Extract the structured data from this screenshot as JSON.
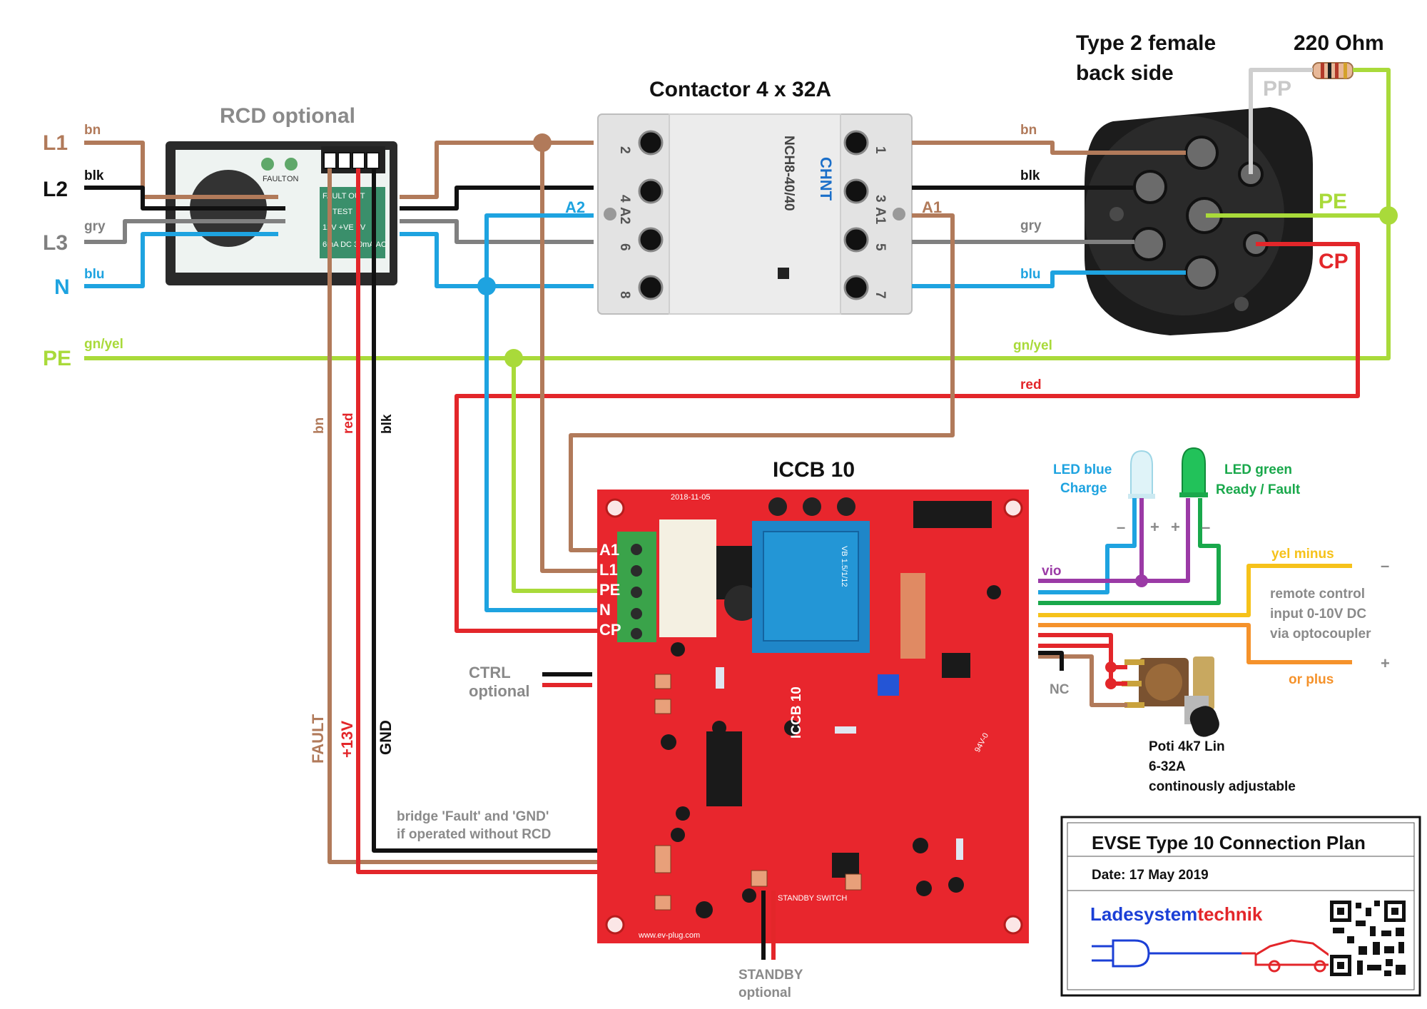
{
  "colors": {
    "brown": "#b17a5a",
    "black": "#111111",
    "grey": "#808080",
    "blue": "#1ea3e0",
    "pe": "#a9da3a",
    "red": "#e3262a",
    "violet": "#9b3aa6",
    "yellow": "#f6c21a",
    "orange": "#f5922b",
    "green": "#19a84b",
    "pcb": "#e8262d",
    "logo_blue": "#1b3fd6",
    "logo_red": "#e3262a"
  },
  "mains": {
    "l1": "L1",
    "l2": "L2",
    "l3": "L3",
    "n": "N",
    "pe": "PE",
    "wire_bn": "bn",
    "wire_blk": "blk",
    "wire_gry": "gry",
    "wire_blu": "blu",
    "wire_gnyel": "gn/yel"
  },
  "rcd": {
    "title": "RCD optional",
    "faint_fault": "FAULT",
    "faint_on": "ON",
    "faint_terminals": "FAULT OUT",
    "faint_test": "TEST",
    "faint_v": "12V +VE 0V",
    "faint_spec": "6mA DC 30mA AC"
  },
  "contactor": {
    "title": "Contactor  4 x 32A",
    "brand": "CHNT",
    "model": "NCH8-40/40",
    "label_a2": "A2",
    "label_a1": "A1",
    "pins_left": [
      "2",
      "4",
      "6",
      "8"
    ],
    "pins_right": [
      "1",
      "3",
      "5",
      "7"
    ],
    "coil_a2": "A2",
    "coil_a1": "A1"
  },
  "socket": {
    "title_line1": "Type 2 female",
    "title_line2": "back side",
    "resistor": "220 Ohm",
    "pp": "PP",
    "pe": "PE",
    "cp": "CP",
    "wire_bn": "bn",
    "wire_blk": "blk",
    "wire_gry": "gry",
    "wire_blu": "blu",
    "wire_gnyel": "gn/yel",
    "wire_red": "red"
  },
  "control_wires": {
    "bn": "bn",
    "red": "red",
    "blk": "blk",
    "fault": "FAULT",
    "plus13v": "+13V",
    "gnd": "GND"
  },
  "board": {
    "title": "ICCB 10",
    "terminals": [
      "A1",
      "L1",
      "PE",
      "N",
      "CP"
    ],
    "silk_date": "2018-11-05",
    "silk_name": "ICCB 10",
    "silk_web": "www.ev-plug.com",
    "silk_standby": "STANDBY SWITCH",
    "silk_94v": "94V-0",
    "silk_transformer": "VB 1.5/1/12"
  },
  "annotations": {
    "ctrl_line1": "CTRL",
    "ctrl_line2": "optional",
    "bridge_line1": "bridge 'Fault' and 'GND'",
    "bridge_line2": "if operated without RCD",
    "standby_line1": "STANDBY",
    "standby_line2": "optional",
    "nc": "NC",
    "vio": "vio"
  },
  "leds": {
    "blue_line1": "LED blue",
    "blue_line2": "Charge",
    "green_line1": "LED green",
    "green_line2": "Ready / Fault",
    "minus": "–",
    "plus": "+"
  },
  "remote": {
    "yel_minus": "yel  minus",
    "or_plus": "or  plus",
    "line1": "remote control",
    "line2": "input  0-10V DC",
    "line3": "via optocoupler",
    "minus": "–",
    "plus": "+"
  },
  "poti": {
    "line1": "Poti 4k7 Lin",
    "line2": "6-32A",
    "line3": "continously adjustable"
  },
  "title_block": {
    "title": "EVSE Type 10 Connection Plan",
    "date": "Date: 17 May 2019",
    "brand_part1": "Ladesystem",
    "brand_part2": "technik"
  },
  "icons": [
    "resistor-icon",
    "led-icon",
    "potentiometer-icon",
    "plug-icon",
    "car-icon",
    "qr-code-icon"
  ]
}
